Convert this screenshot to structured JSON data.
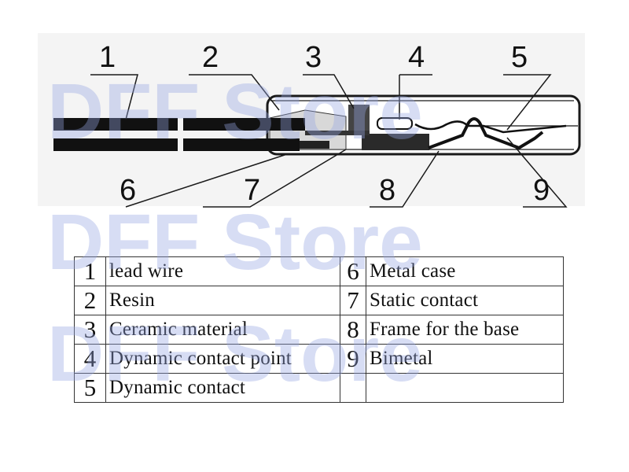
{
  "watermark": {
    "text": "DFF Store"
  },
  "callouts": [
    "1",
    "2",
    "3",
    "4",
    "5",
    "6",
    "7",
    "8",
    "9"
  ],
  "legend": {
    "rows": [
      {
        "left_num": "1",
        "left_label": "lead wire",
        "right_num": "6",
        "right_label": "Metal case"
      },
      {
        "left_num": "2",
        "left_label": "Resin",
        "right_num": "7",
        "right_label": "Static contact"
      },
      {
        "left_num": "3",
        "left_label": "Ceramic material",
        "right_num": "8",
        "right_label": "Frame for the base"
      },
      {
        "left_num": "4",
        "left_label": "Dynamic contact point",
        "right_num": "9",
        "right_label": "Bimetal"
      },
      {
        "left_num": "5",
        "left_label": "Dynamic contact",
        "right_num": "",
        "right_label": ""
      }
    ]
  }
}
